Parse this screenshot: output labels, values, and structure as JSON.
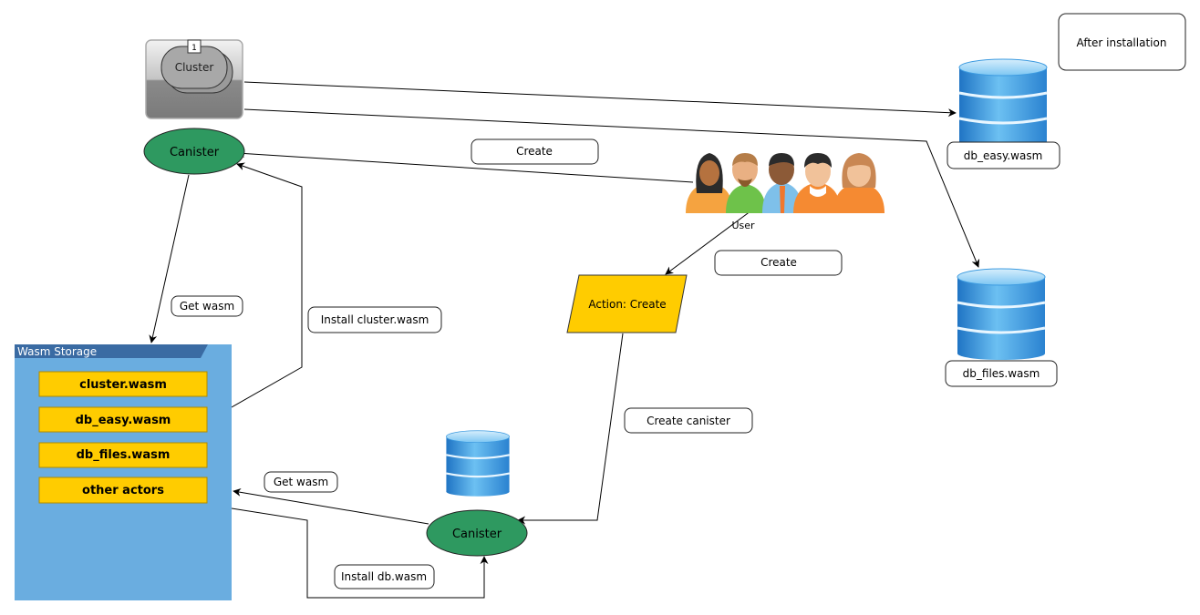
{
  "cluster_stack": {
    "label": "Cluster",
    "badge": "1"
  },
  "nodes": {
    "canister_top": "Canister",
    "canister_bottom": "Canister",
    "action": "Action: Create",
    "user": "User",
    "after_installation": "After installation",
    "db_easy": "db_easy.wasm",
    "db_files": "db_files.wasm"
  },
  "storage": {
    "title": "Wasm Storage",
    "items": [
      "cluster.wasm",
      "db_easy.wasm",
      "db_files.wasm",
      "other actors"
    ]
  },
  "edge_labels": {
    "create_top": "Create",
    "create_action": "Create",
    "get_wasm_top": "Get wasm",
    "install_cluster": "Install cluster.wasm",
    "create_canister": "Create canister",
    "get_wasm_bottom": "Get wasm",
    "install_db": "Install db.wasm"
  },
  "colors": {
    "canister_fill": "#2e9960",
    "action_fill": "#ffcc00",
    "storage_fill": "#6aade0",
    "storage_header": "#3a6ba3",
    "storage_item": "#ffcc00",
    "db_blue": "#3d9be0"
  }
}
